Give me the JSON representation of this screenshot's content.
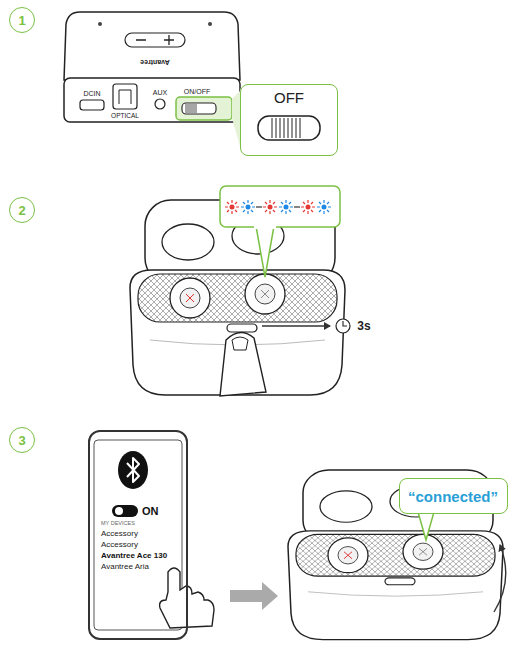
{
  "diagram": {
    "nodes": [
      {
        "text": [
          "1"
        ]
      },
      {
        "text": [
          "OFF"
        ]
      },
      {
        "text": [
          "2"
        ]
      },
      {
        "text": [
          "3"
        ]
      },
      {
        "text": [
          "ON",
          "MY DEVICES",
          "Accessory",
          "Accessory",
          "Avantree Ace 130",
          "Avantree Aria"
        ]
      },
      {
        "text": [
          "“connected”"
        ]
      }
    ],
    "labels": [
      "Avantree",
      "DCIN",
      "OPTICAL",
      "AUX",
      "ON/OFF",
      "3s"
    ]
  }
}
